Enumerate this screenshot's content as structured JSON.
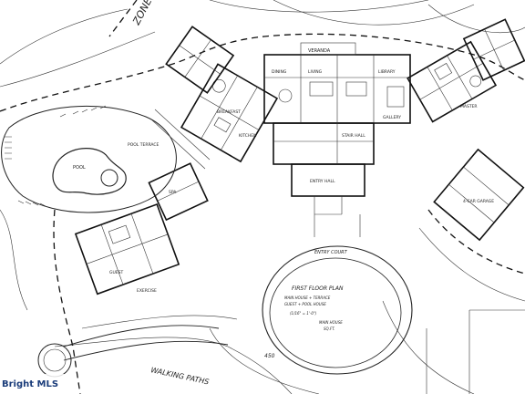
{
  "labels": {
    "zone": "ZONE",
    "veranda": "VERANDA",
    "breakfast": "BREAKFAST",
    "pool": "POOL",
    "pool_terrace": "POOL TERRACE",
    "living": "LIVING",
    "dining": "DINING",
    "kitchen": "KITCHEN",
    "library": "LIBRARY",
    "gallery": "GALLERY",
    "stair_hall": "STAIR HALL",
    "entry_hall": "ENTRY HALL",
    "garage": "4-CAR GARAGE",
    "guest": "GUEST",
    "entry_court": "ENTRY COURT",
    "spa": "SPA",
    "exercise": "EXERCISE",
    "master": "MASTER"
  },
  "note": {
    "title": "FIRST FLOOR PLAN",
    "line1": "MAIN HOUSE + TERRACE",
    "line2": "GUEST + POOL HOUSE",
    "line3": "(1/16\" = 1'-0\")",
    "line4": "MAIN HOUSE",
    "line5": "SQ.FT."
  },
  "walking_paths": "WALKING PATHS",
  "elevation": "450",
  "watermark": "Bright MLS"
}
